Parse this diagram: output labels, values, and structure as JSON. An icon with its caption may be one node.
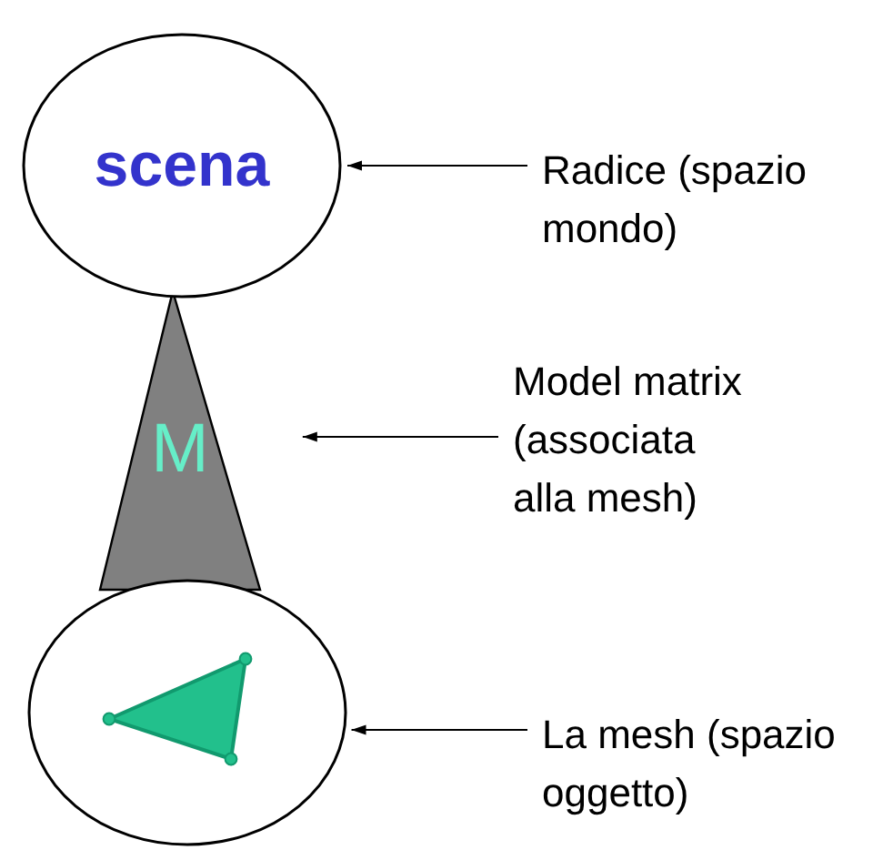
{
  "diagram": {
    "nodes": [
      {
        "text": [
          "scena"
        ]
      },
      {
        "text": [
          "Radice (spazio mondo)"
        ]
      },
      {
        "text": [
          "M"
        ]
      },
      {
        "text": [
          "Model matrix (associata alla mesh)"
        ]
      },
      {
        "text": [],
        "shape": "circle"
      },
      {
        "text": [
          "La mesh (spazio oggetto)"
        ]
      }
    ],
    "edges": [
      {
        "from": 1,
        "to": 0,
        "arrow": "to"
      },
      {
        "from": 3,
        "to": 2,
        "arrow": "to"
      },
      {
        "from": 5,
        "to": 4,
        "arrow": "to"
      }
    ]
  }
}
